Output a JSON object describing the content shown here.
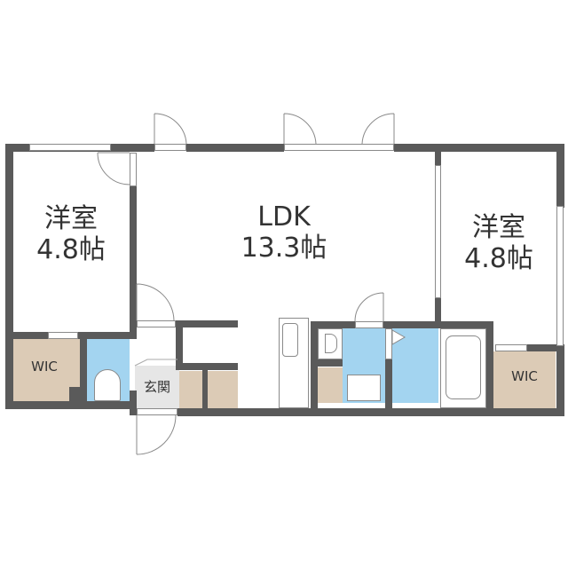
{
  "floorplan": {
    "rooms": [
      {
        "id": "western-room-left",
        "name": "洋室",
        "area": "4.8帖"
      },
      {
        "id": "ldk",
        "name": "LDK",
        "area": "13.3帖"
      },
      {
        "id": "western-room-right",
        "name": "洋室",
        "area": "4.8帖"
      }
    ],
    "labels": {
      "wic_left": "WIC",
      "wic_right": "WIC",
      "entrance": "玄関"
    },
    "colors": {
      "wall": "#5a5a5a",
      "storage": "#dccbb6",
      "wet_area": "#a3d4f0",
      "entrance_floor": "#e6e6e6"
    }
  }
}
